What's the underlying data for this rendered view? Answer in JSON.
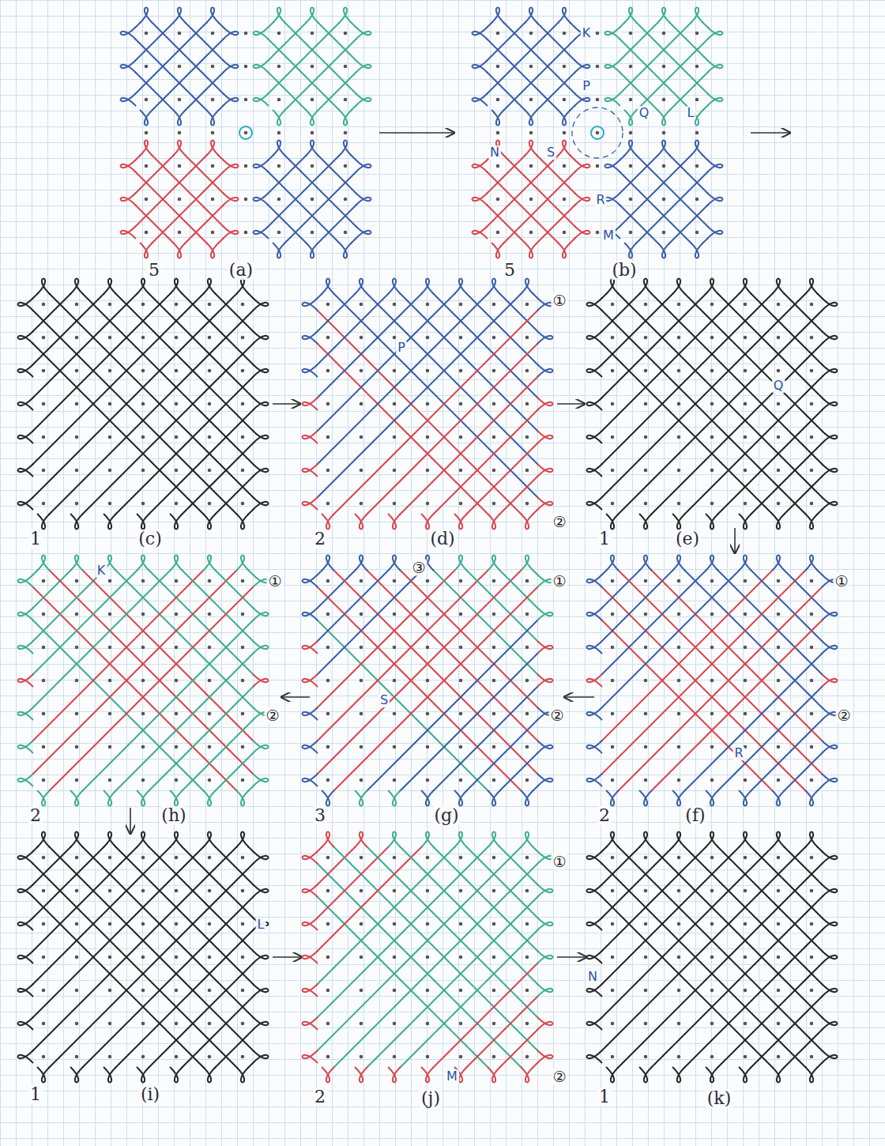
{
  "diagram": {
    "labels": [
      "5",
      "(a)",
      "K",
      "P",
      "Q",
      "L",
      "N",
      "S",
      "R",
      "M",
      "5",
      "(b)",
      "1",
      "(c)",
      "P",
      "①",
      "②",
      "2",
      "(d)",
      "Q",
      "1",
      "(e)",
      "K",
      "①",
      "②",
      "2",
      "(h)",
      "③",
      "①",
      "S",
      "②",
      "3",
      "(g)",
      "①",
      "②",
      "R",
      "2",
      "(f)",
      "L",
      "1",
      "(i)",
      "①",
      "②",
      "M",
      "2",
      "(j)",
      "N",
      "1",
      "(k)"
    ]
  }
}
